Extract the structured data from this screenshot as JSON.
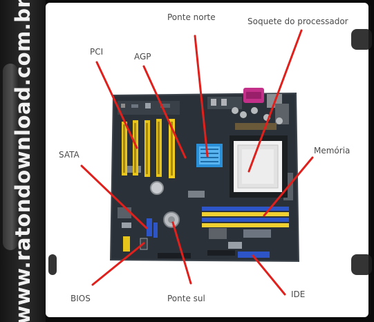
{
  "watermark": "www.ratondownload.com.br",
  "labels": {
    "pci": "PCI",
    "agp": "AGP",
    "ponte_norte": "Ponte norte",
    "soquete": "Soquete do processador",
    "sata": "SATA",
    "memoria": "Memória",
    "bios": "BIOS",
    "ponte_sul": "Ponte sul",
    "ide": "IDE"
  },
  "colors": {
    "leader": "#e0201c",
    "pci_slot": "#e8c51a",
    "agp_slot": "#f1cd1f",
    "ram_slot_blue": "#2e55c8",
    "ram_slot_yellow": "#f0d030",
    "northbridge": "#2a8fd6",
    "board": "#2b3138"
  }
}
